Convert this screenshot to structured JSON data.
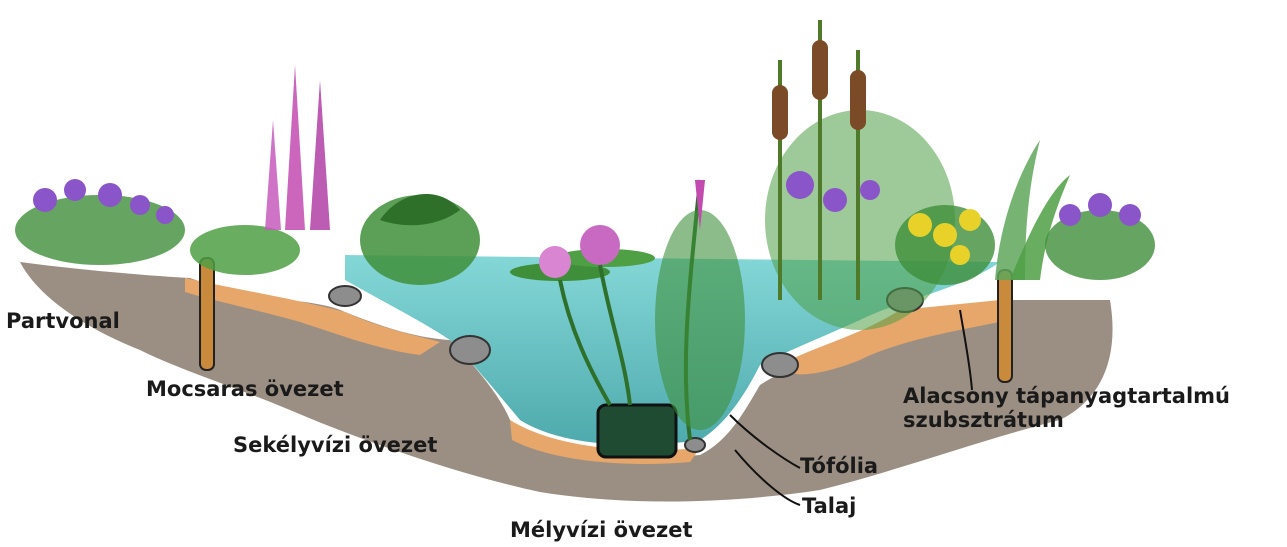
{
  "labels": {
    "partvonal": "Partvonal",
    "mocsaras": "Mocsaras övezet",
    "sekely": "Sekélyvízi övezet",
    "melyvizi": "Mélyvízi övezet",
    "tofolia": "Tófólia",
    "talaj": "Talaj",
    "substrate_line1": "Alacsony tápanyagtartalmú",
    "substrate_line2": "szubsztrátum"
  },
  "colors": {
    "water": "#5cc3c6",
    "soil": "#7a6a5a",
    "substrate": "#e7a66a",
    "foliage": "#3f8f3a",
    "flower_purple": "#8a55c9",
    "flower_pink": "#c24bb0",
    "flower_yellow": "#e8d22a",
    "cattail": "#7b4a26",
    "stone": "#8d8d8d",
    "text": "#1a1a1a"
  }
}
